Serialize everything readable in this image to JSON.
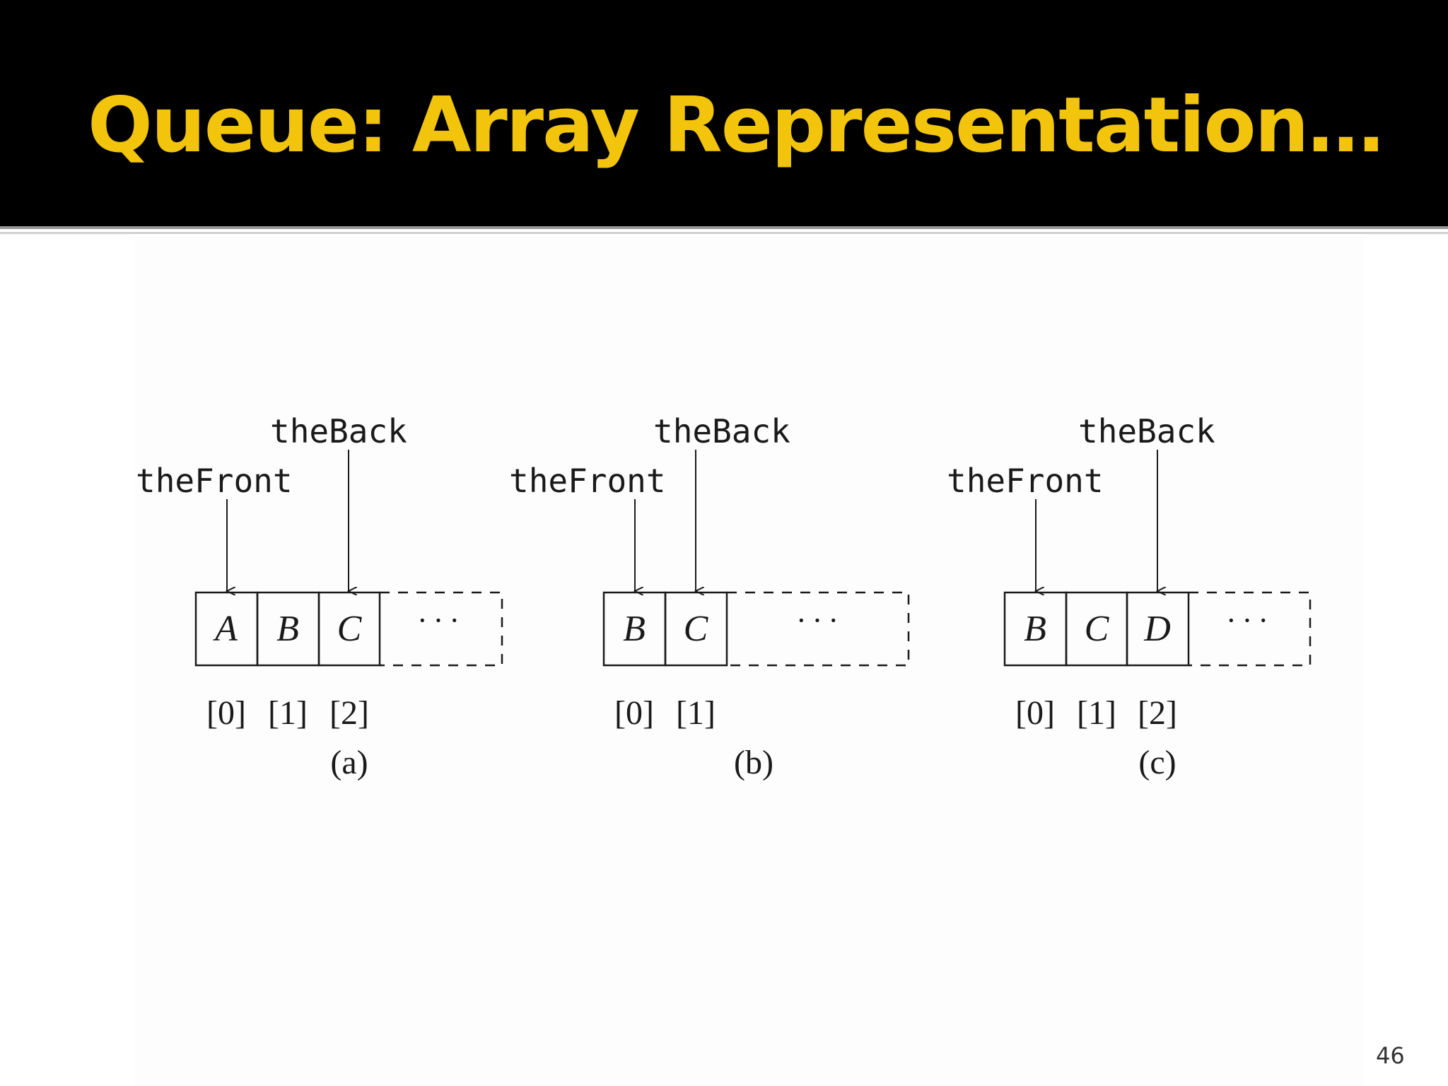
{
  "slide": {
    "title": "Queue: Array Representation…",
    "page_number": "46"
  },
  "diagrams": [
    {
      "caption": "(a)",
      "back_label": "theBack",
      "front_label": "theFront",
      "cells": [
        "A",
        "B",
        "C"
      ],
      "indices": [
        "[0]",
        "[1]",
        "[2]"
      ],
      "ellipsis": "···"
    },
    {
      "caption": "(b)",
      "back_label": "theBack",
      "front_label": "theFront",
      "cells": [
        "B",
        "C"
      ],
      "indices": [
        "[0]",
        "[1]"
      ],
      "ellipsis": "···"
    },
    {
      "caption": "(c)",
      "back_label": "theBack",
      "front_label": "theFront",
      "cells": [
        "B",
        "C",
        "D"
      ],
      "indices": [
        "[0]",
        "[1]",
        "[2]"
      ],
      "ellipsis": "···"
    }
  ]
}
